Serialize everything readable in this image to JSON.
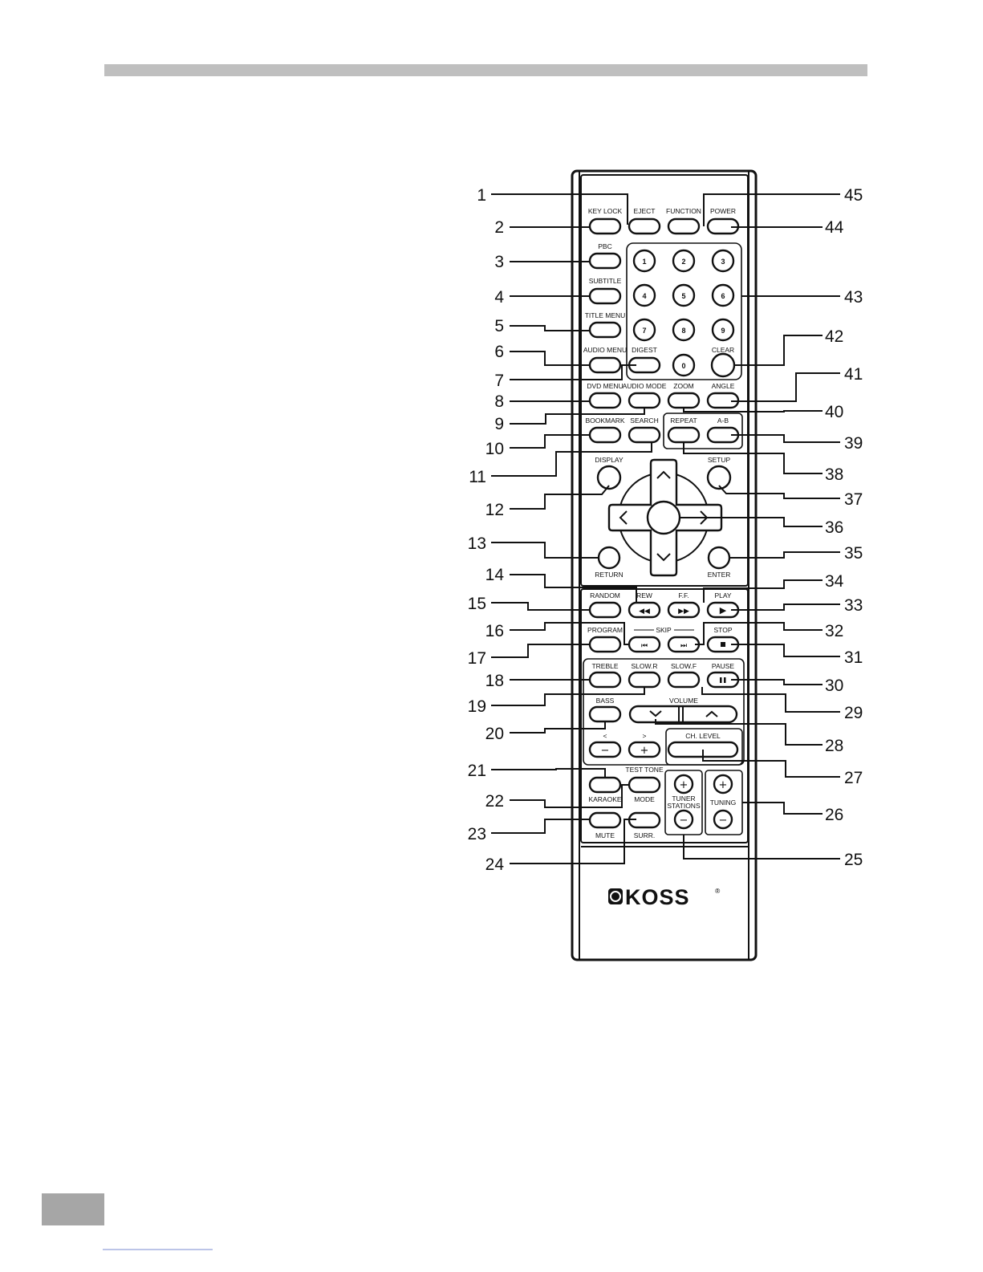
{
  "remote": {
    "brand": "KOSS",
    "brand_mark": "®",
    "labels": {
      "key_lock": "KEY LOCK",
      "eject": "EJECT",
      "function": "FUNCTION",
      "power": "POWER",
      "pbc": "PBC",
      "subtitle": "SUBTITLE",
      "title_menu": "TITLE MENU",
      "audio_menu": "AUDIO MENU",
      "digest": "DIGEST",
      "clear": "CLEAR",
      "dvd_menu": "DVD MENU",
      "audio_mode": "AUDIO MODE",
      "zoom": "ZOOM",
      "angle": "ANGLE",
      "bookmark": "BOOKMARK",
      "search": "SEARCH",
      "repeat": "REPEAT",
      "ab": "A-B",
      "display": "DISPLAY",
      "setup": "SETUP",
      "return": "RETURN",
      "enter": "ENTER",
      "random": "RANDOM",
      "rew": "REW",
      "ff": "F.F.",
      "play": "PLAY",
      "skip": "SKIP",
      "program": "PROGRAM",
      "stop": "STOP",
      "treble": "TREBLE",
      "slow_r": "SLOW.R",
      "slow_f": "SLOW.F",
      "pause": "PAUSE",
      "bass": "BASS",
      "volume": "VOLUME",
      "less": "<",
      "greater": ">",
      "ch_level": "CH. LEVEL",
      "test_tone": "TEST TONE",
      "karaoke": "KARAOKE",
      "mode": "MODE",
      "tuner": "TUNER",
      "stations": "STATIONS",
      "tuning": "TUNING",
      "mute": "MUTE",
      "surr": "SURR."
    },
    "digits": [
      "1",
      "2",
      "3",
      "4",
      "5",
      "6",
      "7",
      "8",
      "9",
      "0"
    ]
  },
  "callouts": [
    "1",
    "2",
    "3",
    "4",
    "5",
    "6",
    "7",
    "8",
    "9",
    "10",
    "11",
    "12",
    "13",
    "14",
    "15",
    "16",
    "17",
    "18",
    "19",
    "20",
    "21",
    "22",
    "23",
    "24",
    "25",
    "26",
    "27",
    "28",
    "29",
    "30",
    "31",
    "32",
    "33",
    "34",
    "35",
    "36",
    "37",
    "38",
    "39",
    "40",
    "41",
    "42",
    "43",
    "44",
    "45"
  ],
  "colors": {
    "header_bar": "#bfbfbf",
    "page_box": "#a6a6a6",
    "ink": "#111111"
  }
}
